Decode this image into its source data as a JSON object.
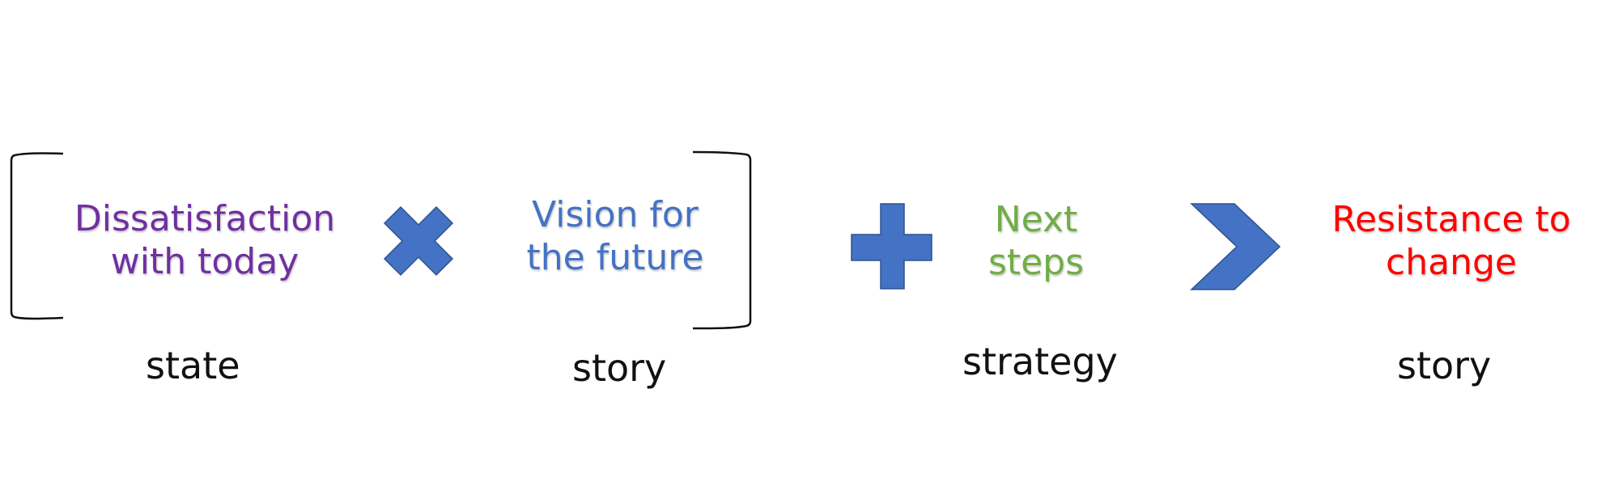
{
  "terms": {
    "dissatisfaction": {
      "line1": "Dissatisfaction",
      "line2": "with today",
      "color": "#7030a0"
    },
    "vision": {
      "line1": "Vision for",
      "line2": "the future",
      "color": "#4472c4"
    },
    "next_steps": {
      "line1": "Next",
      "line2": "steps",
      "color": "#70ad47"
    },
    "resistance": {
      "line1": "Resistance to",
      "line2": "change",
      "color": "#ff0000"
    }
  },
  "captions": {
    "state": "state",
    "story_1": "story",
    "strategy": "strategy",
    "story_2": "story"
  },
  "operators": {
    "multiply": "multiply-icon",
    "plus": "plus-icon",
    "greater_than": "chevron-right-icon",
    "color": "#4472c4",
    "outline": "#2f528f"
  },
  "brackets": {
    "color": "#111111"
  }
}
